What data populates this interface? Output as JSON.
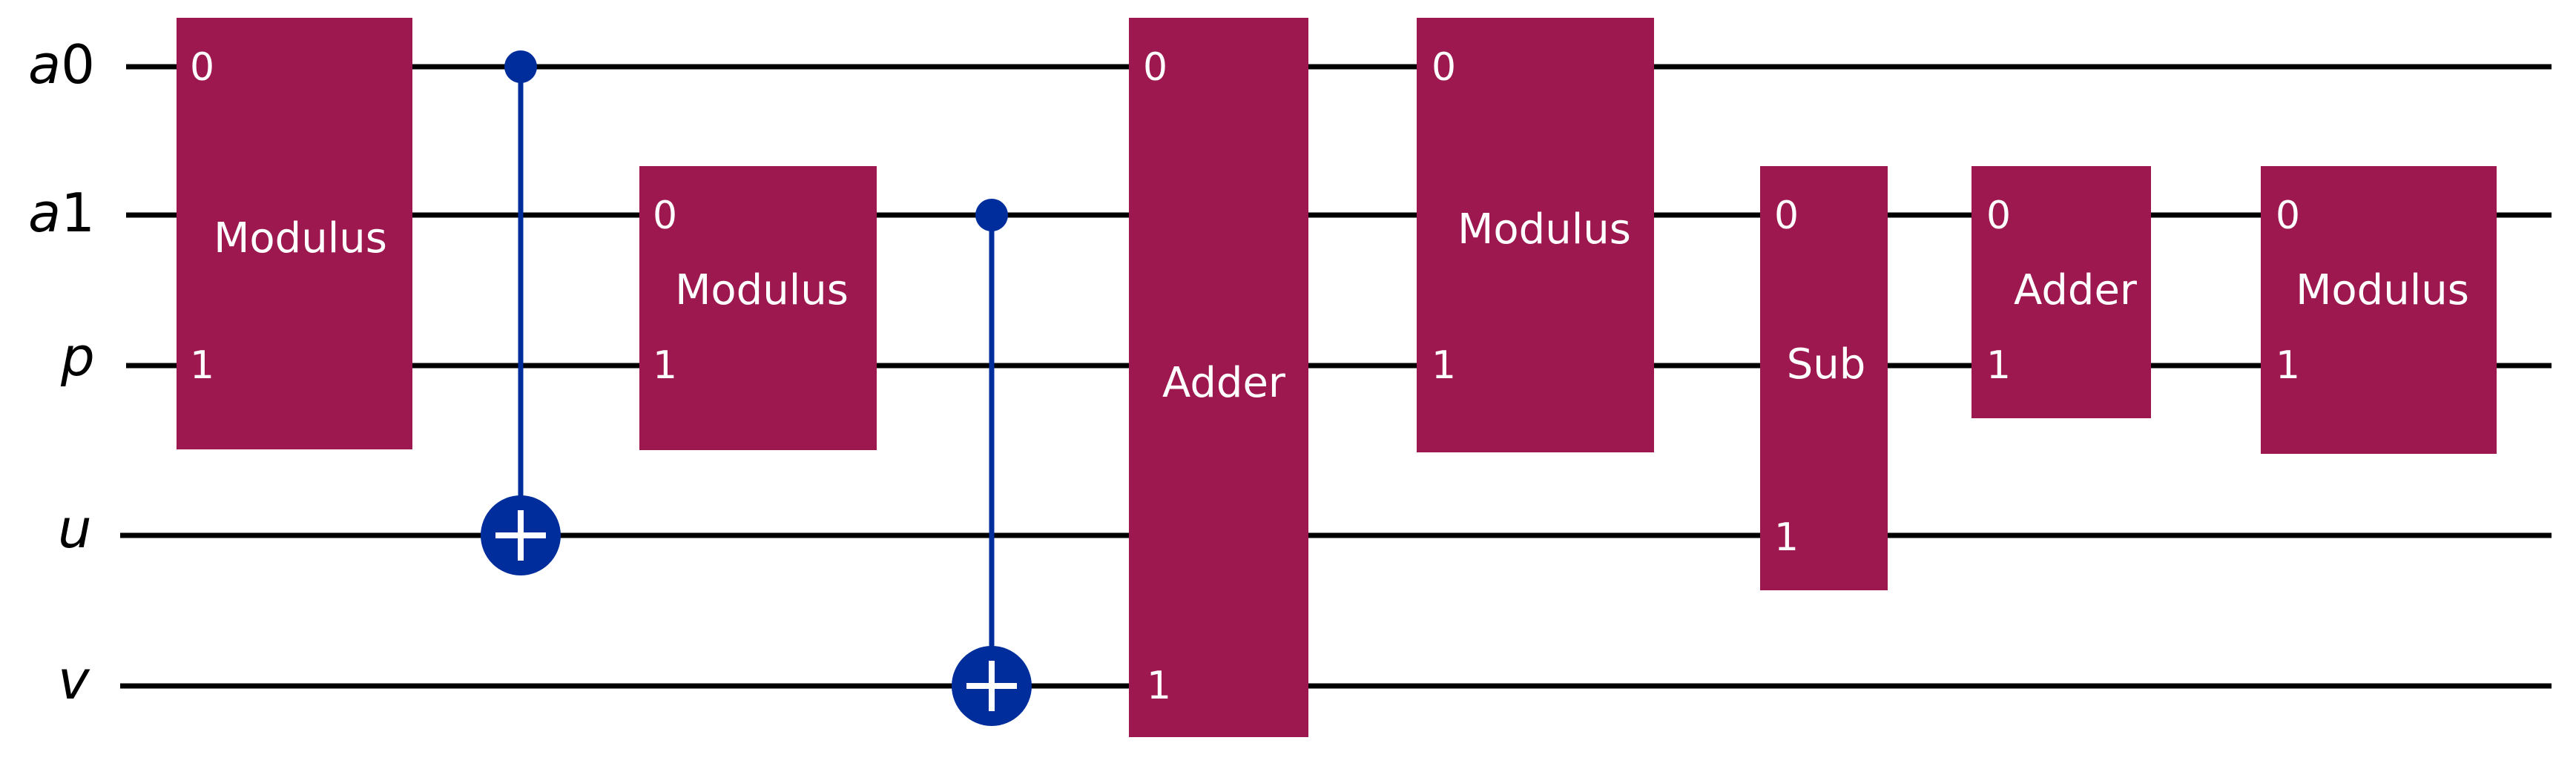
{
  "colors": {
    "wire": "#000000",
    "gate_fill": "#9E1850",
    "gate_text": "#FFFFFF",
    "control": "#002D9C"
  },
  "wires": [
    {
      "id": "a0",
      "prefix": "a",
      "suffix": "0"
    },
    {
      "id": "a1",
      "prefix": "a",
      "suffix": "1"
    },
    {
      "id": "p",
      "prefix": "p",
      "suffix": ""
    },
    {
      "id": "u",
      "prefix": "u",
      "suffix": ""
    },
    {
      "id": "v",
      "prefix": "v",
      "suffix": ""
    }
  ],
  "gates": [
    {
      "id": "g1",
      "label": "Modulus",
      "ports": [
        {
          "wire": "a0",
          "label": "0"
        },
        {
          "wire": "p",
          "label": "1"
        }
      ]
    },
    {
      "id": "g2",
      "label": "Modulus",
      "ports": [
        {
          "wire": "a1",
          "label": "0"
        },
        {
          "wire": "p",
          "label": "1"
        }
      ]
    },
    {
      "id": "g3",
      "label": "Adder",
      "ports": [
        {
          "wire": "a0",
          "label": "0"
        },
        {
          "wire": "v",
          "label": "1"
        }
      ]
    },
    {
      "id": "g4",
      "label": "Modulus",
      "ports": [
        {
          "wire": "a0",
          "label": "0"
        },
        {
          "wire": "p",
          "label": "1"
        }
      ]
    },
    {
      "id": "g5",
      "label": "Sub",
      "ports": [
        {
          "wire": "a1",
          "label": "0"
        },
        {
          "wire": "u",
          "label": "1"
        }
      ]
    },
    {
      "id": "g6",
      "label": "Adder",
      "ports": [
        {
          "wire": "a1",
          "label": "0"
        },
        {
          "wire": "p",
          "label": "1"
        }
      ]
    },
    {
      "id": "g7",
      "label": "Modulus",
      "ports": [
        {
          "wire": "a1",
          "label": "0"
        },
        {
          "wire": "p",
          "label": "1"
        }
      ]
    }
  ],
  "cnots": [
    {
      "id": "cx1",
      "control": "a0",
      "target": "u"
    },
    {
      "id": "cx2",
      "control": "a1",
      "target": "v"
    }
  ]
}
